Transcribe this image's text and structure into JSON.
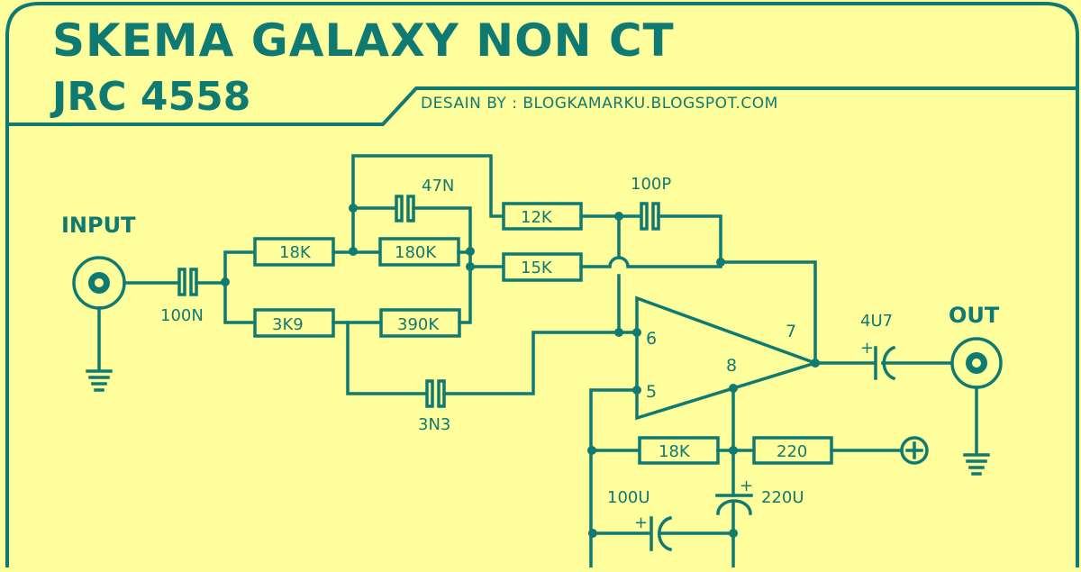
{
  "header": {
    "title": "SKEMA GALAXY NON CT",
    "subtitle": "JRC 4558",
    "credit": "DESAIN BY : BLOGKAMARKU.BLOGSPOT.COM"
  },
  "colors": {
    "background": "#fffe9c",
    "ink": "#0e7a72"
  },
  "connectors": {
    "input_label": "INPUT",
    "output_label": "OUT",
    "supply_symbol": "plus-terminal",
    "ground_symbol": "ground"
  },
  "components": {
    "c_input": {
      "type": "capacitor",
      "value": "100N"
    },
    "r_18k_top": {
      "type": "resistor",
      "value": "18K"
    },
    "r_3k9": {
      "type": "resistor",
      "value": "3K9"
    },
    "c_47n": {
      "type": "capacitor",
      "value": "47N"
    },
    "r_180k": {
      "type": "resistor",
      "value": "180K"
    },
    "r_390k": {
      "type": "resistor",
      "value": "390K"
    },
    "c_3n3": {
      "type": "capacitor",
      "value": "3N3"
    },
    "r_12k": {
      "type": "resistor",
      "value": "12K"
    },
    "c_100p": {
      "type": "capacitor",
      "value": "100P"
    },
    "r_15k": {
      "type": "resistor",
      "value": "15K"
    },
    "c_out": {
      "type": "electrolytic-capacitor",
      "value": "4U7",
      "polarity": "+"
    },
    "r_18k_bias": {
      "type": "resistor",
      "value": "18K"
    },
    "r_220": {
      "type": "resistor",
      "value": "220"
    },
    "c_220u": {
      "type": "electrolytic-capacitor",
      "value": "220U",
      "polarity": "+"
    },
    "c_100u": {
      "type": "electrolytic-capacitor",
      "value": "100U",
      "polarity": "+"
    }
  },
  "opamp": {
    "part": "JRC 4558",
    "pins": {
      "inverting": "6",
      "non_inverting": "5",
      "output": "7",
      "supply": "8"
    }
  },
  "polarity_mark": "+"
}
